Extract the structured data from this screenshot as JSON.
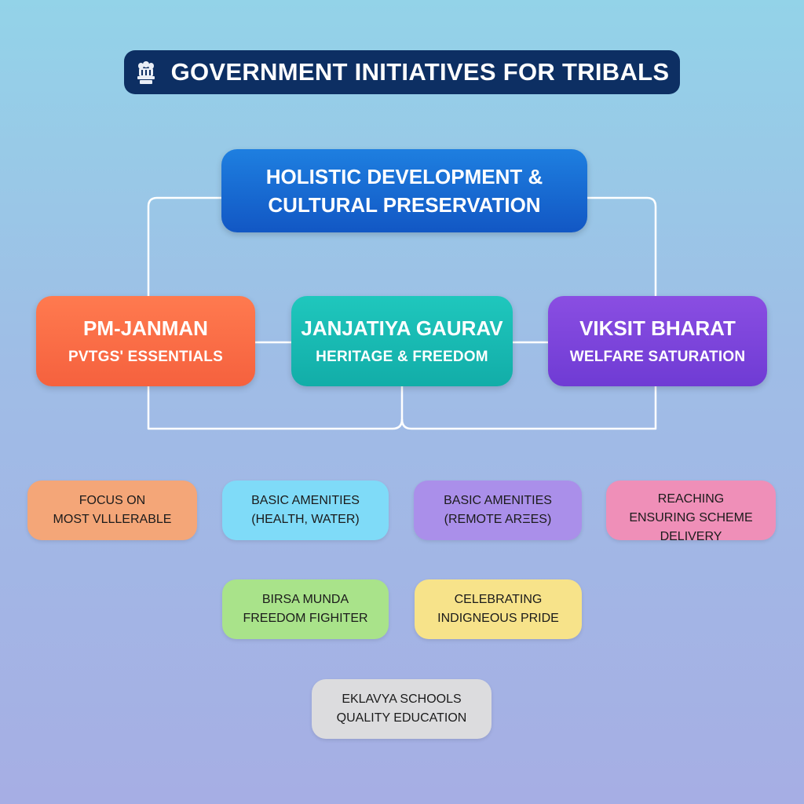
{
  "header": {
    "title": "GOVERNMENT INITIATIVES FOR TRIBALS",
    "emblem_icon": "national-emblem-icon"
  },
  "root": {
    "line1": "HOLISTIC DEVELOPMENT &",
    "line2": "CULTURAL PRESERVATION"
  },
  "initiatives": [
    {
      "name": "PM-JANMAN",
      "subtitle": "PVTGS' ESSENTIALS",
      "color": "#f5613e"
    },
    {
      "name": "JANJATIYA GAURAV",
      "subtitle": "HERITAGE & FREEDOM",
      "color": "#12ada8"
    },
    {
      "name": "VIKSIT BHARAT",
      "subtitle": "WELFARE SATURATION",
      "color": "#6f3bd4"
    }
  ],
  "details": [
    {
      "line1": "FOCUS ON",
      "line2": "MOST VLLLERABLE",
      "color": "#f4a678"
    },
    {
      "line1": "BASIC AMENITIES",
      "line2": "(HEALTH, WATER)",
      "color": "#7fdbf8"
    },
    {
      "line1": "BASIC AMENITIES",
      "line2": "(REMOTE ARΞES)",
      "color": "#aa8fea"
    },
    {
      "line1": "REACHING",
      "line2": "ENSURING SCHEME",
      "line3": "DELIVERY",
      "color": "#ef8fb8"
    },
    {
      "line1": "BIRSA MUNDA",
      "line2": "FREEDOM FIGHITER",
      "color": "#a9e38a"
    },
    {
      "line1": "CELEBRATING",
      "line2": "INDIGNEOUS PRIDE",
      "color": "#f7e38a"
    },
    {
      "line1": "EKLAVYA SCHOOLS",
      "line2": "QUALITY EDUCATION",
      "color": "#dcdcde"
    }
  ],
  "connector_color": "#ffffff"
}
